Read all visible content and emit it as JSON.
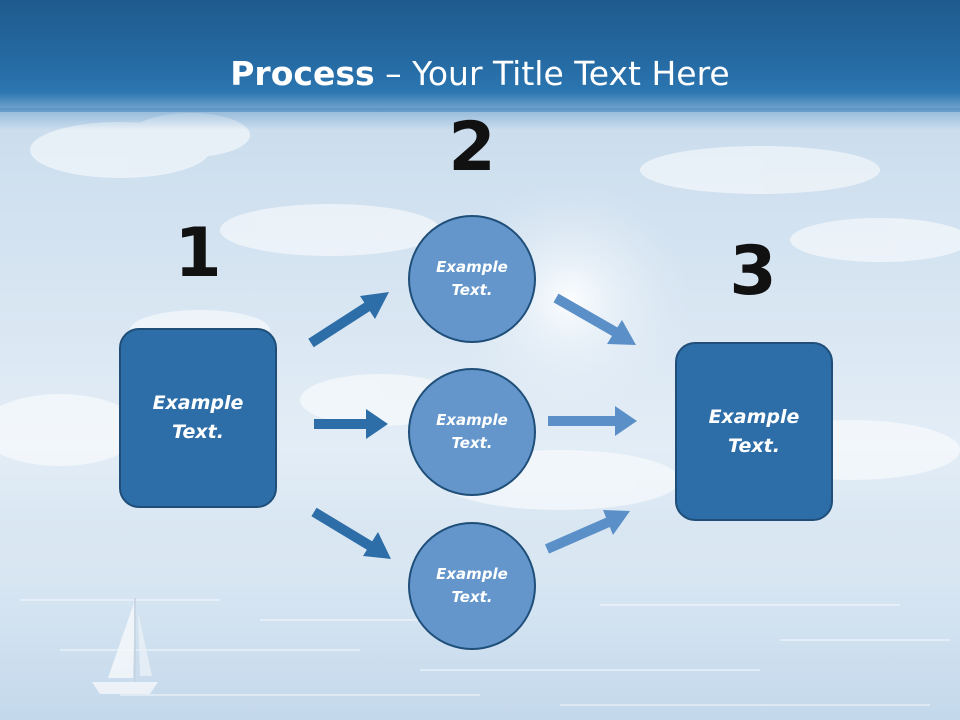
{
  "slide": {
    "title": {
      "strong": "Process",
      "separator": " – ",
      "rest": "Your Title Text Here"
    },
    "steps": {
      "one": "1",
      "two": "2",
      "three": "3"
    },
    "left_box": {
      "line1": "Example",
      "line2": "Text."
    },
    "right_box": {
      "line1": "Example",
      "line2": "Text."
    },
    "circles": [
      {
        "line1": "Example",
        "line2": "Text."
      },
      {
        "line1": "Example",
        "line2": "Text."
      },
      {
        "line1": "Example",
        "line2": "Text."
      }
    ]
  },
  "colors": {
    "header": "#256aa3",
    "box_fill": "#2d6ea8",
    "circle_fill": "#6496cb",
    "outline": "#1f4e79",
    "arrow_dark": "#2d6ea8",
    "arrow_light": "#5b8fc7"
  }
}
